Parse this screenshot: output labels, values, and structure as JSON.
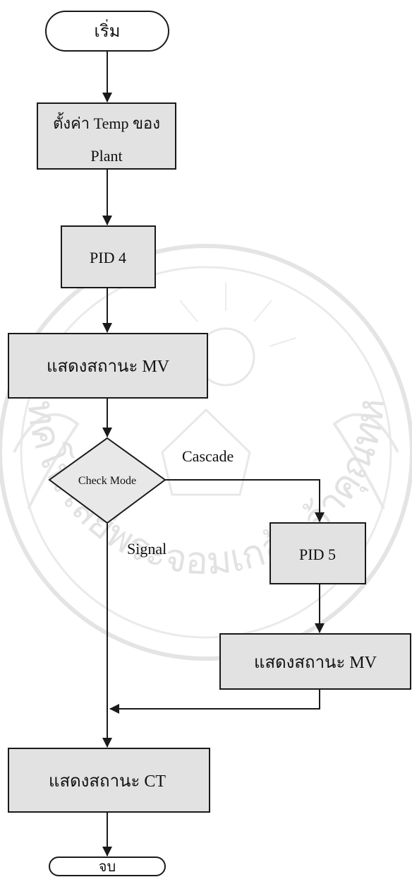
{
  "flowchart": {
    "start": "เริ่ม",
    "set_temp_line1": "ตั้งค่า Temp ของ",
    "set_temp_line2": "Plant",
    "pid4": "PID 4",
    "show_mv": "แสดงสถานะ MV",
    "check_mode": "Check Mode",
    "cascade_label": "Cascade",
    "signal_label": "Signal",
    "pid5": "PID 5",
    "show_mv_2": "แสดงสถานะ MV",
    "show_ct": "แสดงสถานะ CT",
    "end": "จบ"
  },
  "watermark": {
    "text": "มหาวิทยาลัยเทคโนโลยีพระจอมเกล้าเจ้าคุณทหารลาดกระบัง"
  },
  "colors": {
    "box_fill": "#e2e2e2",
    "line": "#1a1a1a",
    "watermark": "#d4d4d4",
    "background": "#ffffff"
  }
}
